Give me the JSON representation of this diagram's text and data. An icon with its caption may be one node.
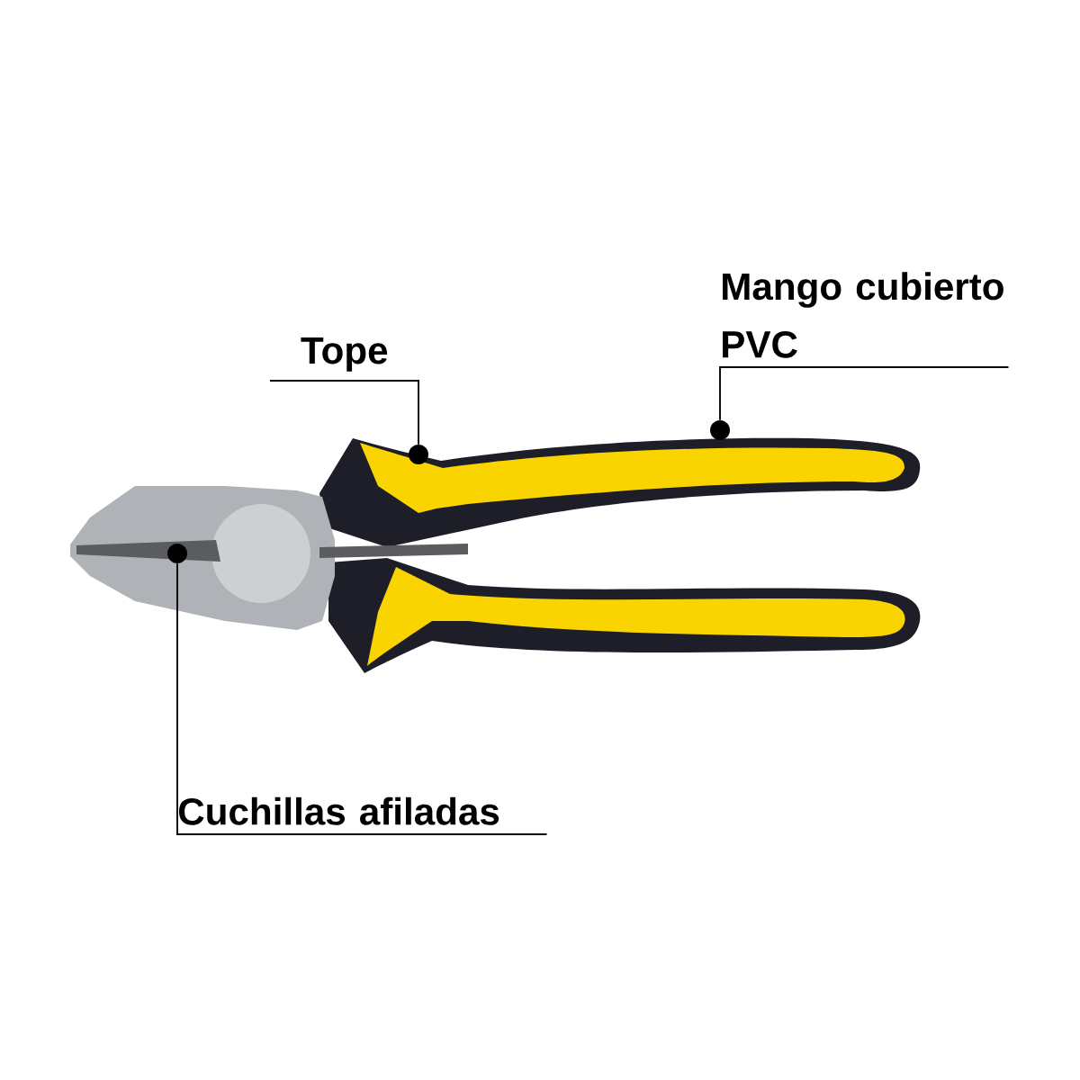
{
  "diagram": {
    "nodes": [
      {
        "text": [
          "Mango cubierto PVC"
        ]
      },
      {
        "text": [
          "Tope"
        ]
      },
      {
        "text": [
          "Cuchillas afiladas"
        ]
      },
      {
        "text": [],
        "shape": "circle"
      },
      {
        "text": [],
        "shape": "circle"
      },
      {
        "text": [],
        "shape": "circle"
      }
    ],
    "edges": [
      {
        "from": 0,
        "to": 3,
        "arrow": "none"
      },
      {
        "from": 1,
        "to": 4,
        "arrow": "none"
      },
      {
        "from": 2,
        "to": 5,
        "arrow": "none"
      }
    ]
  }
}
